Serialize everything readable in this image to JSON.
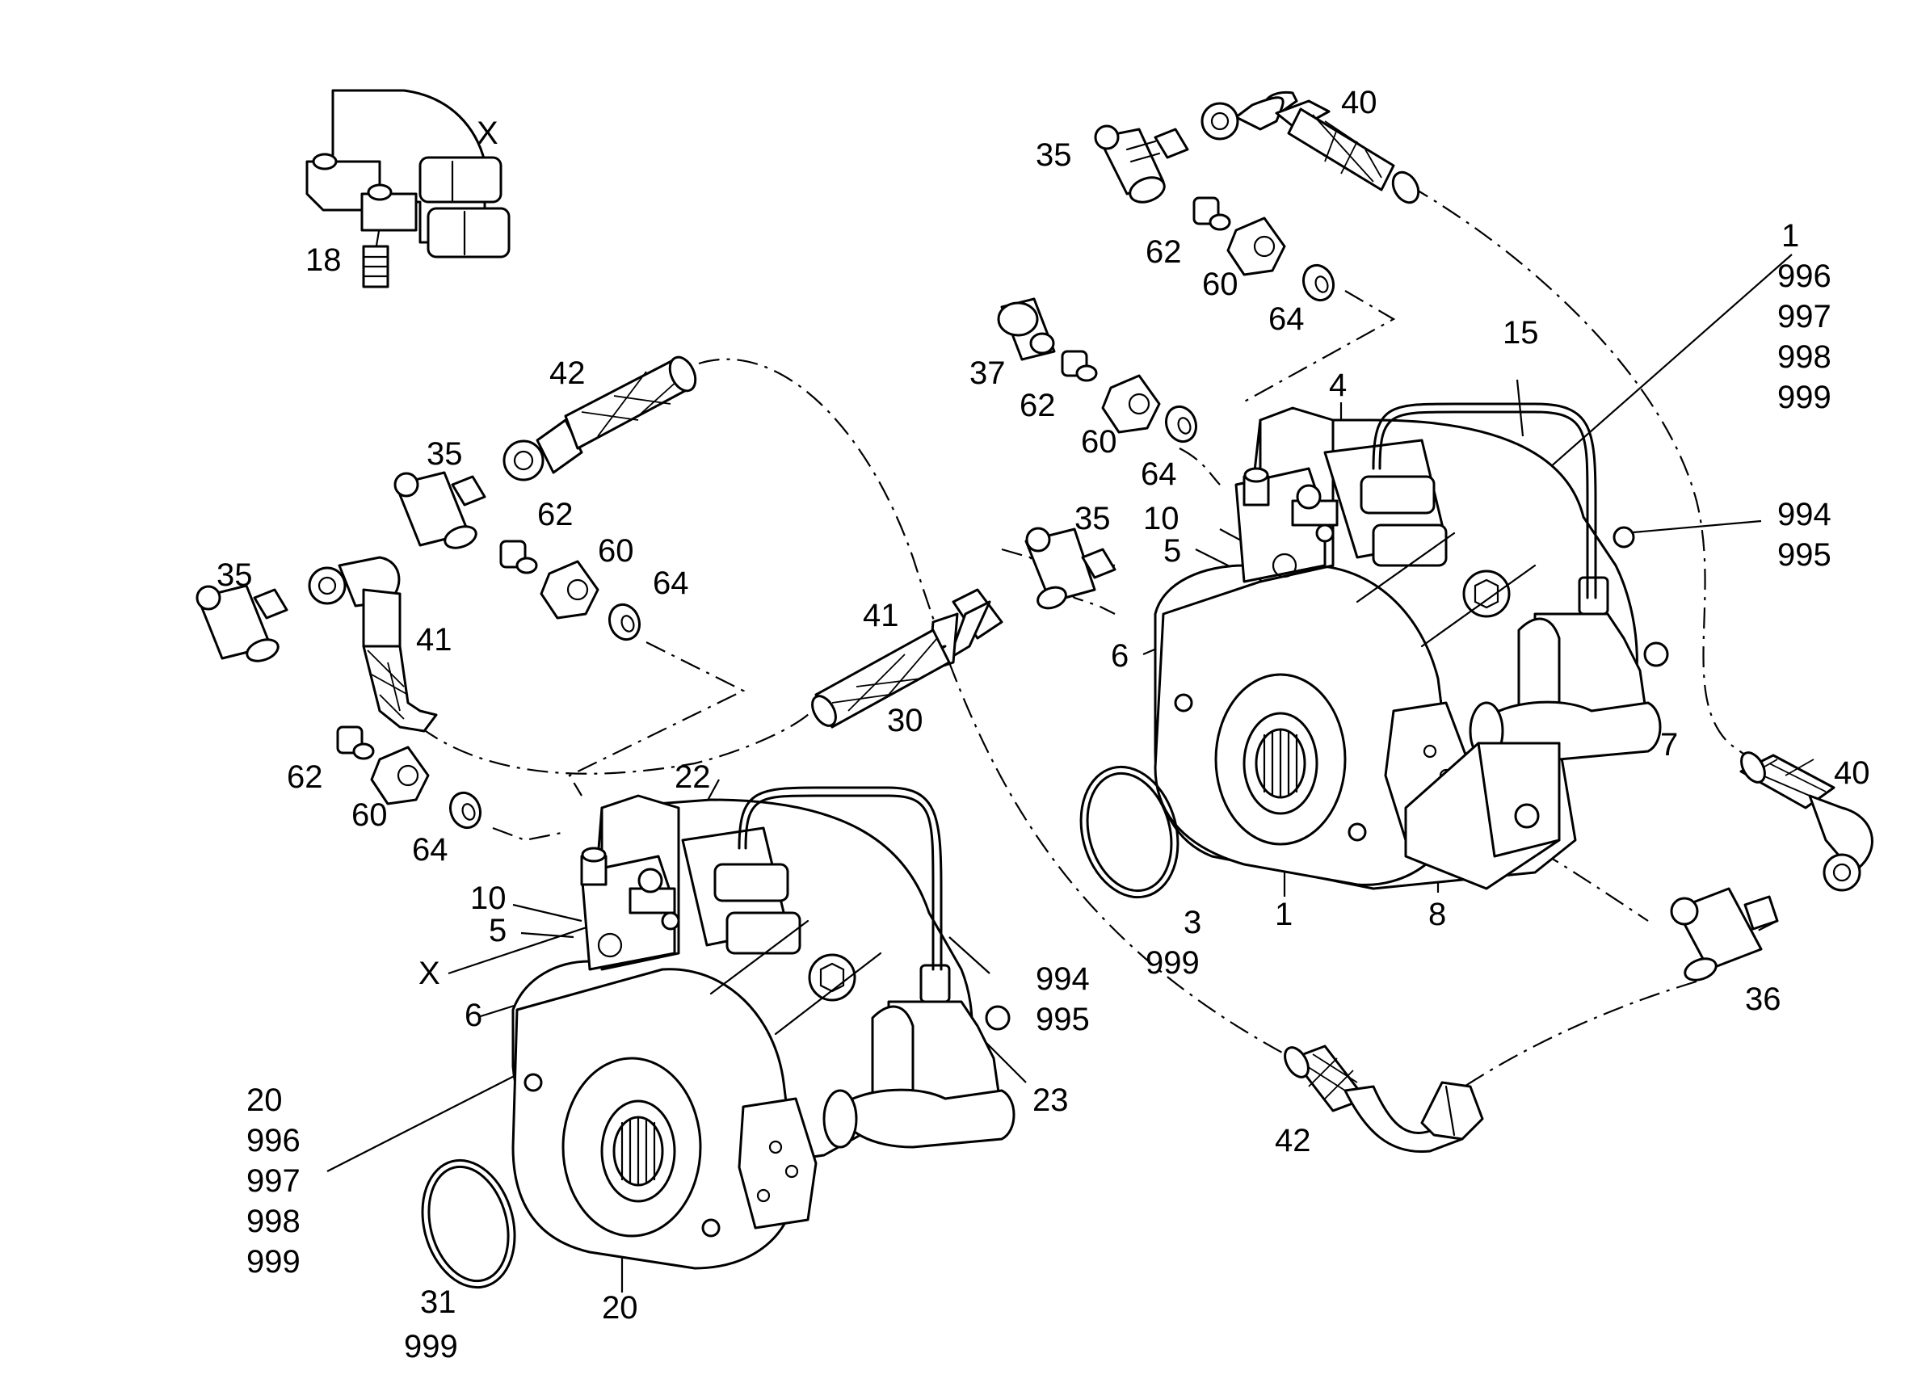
{
  "diagram": {
    "type": "exploded parts drawing",
    "callouts": {
      "c_x_top": "X",
      "c_18": "18",
      "c_40_top": "40",
      "c_35_top": "35",
      "c_62_top": "62",
      "c_60_top": "60",
      "c_64_top": "64",
      "c_1_top": "1",
      "c_996_top": "996",
      "c_997_top": "997",
      "c_998_top": "998",
      "c_999_top": "999",
      "c_15": "15",
      "c_4": "4",
      "c_37": "37",
      "c_62_mid": "62",
      "c_60_mid": "60",
      "c_64_mid": "64",
      "c_994_right": "994",
      "c_995_right": "995",
      "c_35_mid": "35",
      "c_10_right": "10",
      "c_5_right": "5",
      "c_6_right": "6",
      "c_42_top": "42",
      "c_35_l": "35",
      "c_62_l": "62",
      "c_60_l": "60",
      "c_64_l": "64",
      "c_35_far": "35",
      "c_41_left": "41",
      "c_41_mid": "41",
      "c_7": "7",
      "c_40_right": "40",
      "c_62_bot": "62",
      "c_60_bot": "60",
      "c_64_bot": "64",
      "c_30": "30",
      "c_22": "22",
      "c_10_left": "10",
      "c_5_left": "5",
      "c_x_left": "X",
      "c_6_left": "6",
      "c_3": "3",
      "c_999_ring": "999",
      "c_1_bot": "1",
      "c_8": "8",
      "c_36": "36",
      "c_994_left": "994",
      "c_995_left": "995",
      "c_23": "23",
      "c_20_a": "20",
      "c_996_a": "996",
      "c_997_a": "997",
      "c_998_a": "998",
      "c_999_a": "999",
      "c_42_bot": "42",
      "c_31": "31",
      "c_999_b": "999",
      "c_20_b": "20"
    }
  }
}
